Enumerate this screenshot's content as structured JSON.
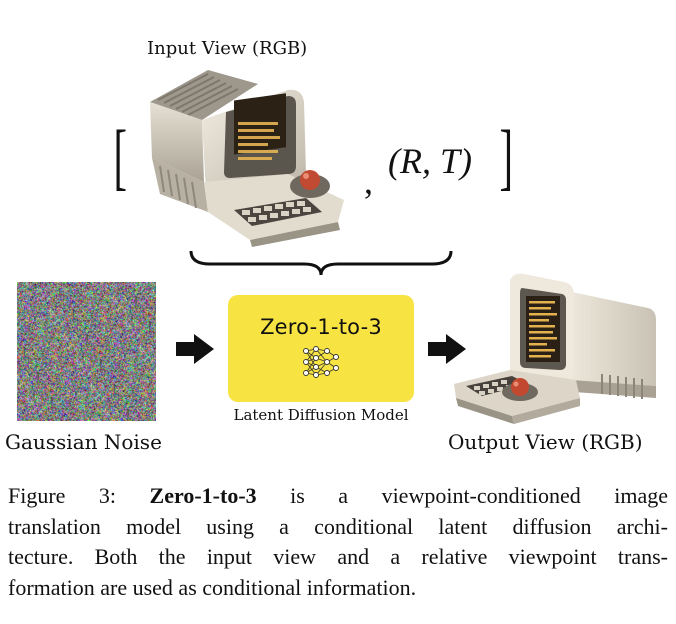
{
  "input_label": "Input View (RGB)",
  "condition": {
    "left_bracket": "[",
    "right_bracket": "]",
    "comma": ",",
    "pose": "(R, T)"
  },
  "noise_label": "Gaussian Noise",
  "model": {
    "name": "Zero-1-to-3",
    "subtitle": "Latent Diffusion Model",
    "color": "#f7e342"
  },
  "output_label": "Output View (RGB)",
  "caption": {
    "prefix": "Figure 3: ",
    "bold": "Zero-1-to-3",
    "line1_rest": " is a viewpoint-conditioned image",
    "line2": "translation model using a conditional latent diffusion archi-",
    "line3": "tecture. Both the input view and a relative viewpoint trans-",
    "line4": "formation are used as conditional information."
  }
}
